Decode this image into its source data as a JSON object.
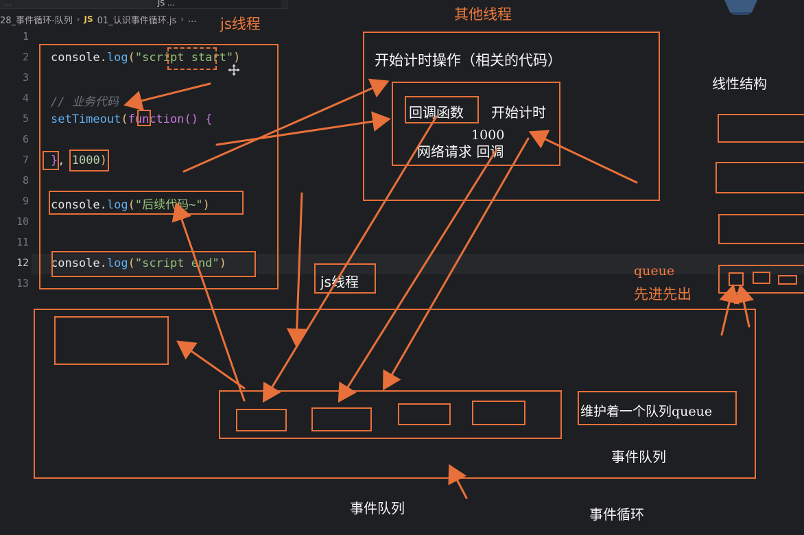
{
  "tabs": [
    {
      "label": "…",
      "active": false
    },
    {
      "label": "JS …",
      "active": true
    }
  ],
  "breadcrumb": {
    "folder": "28_事件循环-队列",
    "file_icon": "JS",
    "file": "01_认识事件循环.js",
    "more": "..."
  },
  "line_numbers": [
    "1",
    "2",
    "3",
    "4",
    "5",
    "6",
    "7",
    "8",
    "9",
    "10",
    "11",
    "12",
    "13"
  ],
  "active_line": "12",
  "code": {
    "l2": {
      "obj": "console",
      "dot": ".",
      "fn": "log",
      "open": "(",
      "str": "\"script start\"",
      "close": ")"
    },
    "l4": {
      "comment": "// 业务代码"
    },
    "l5": {
      "fn": "setTimeout",
      "open": "(",
      "kw": "function",
      "rest": "() {"
    },
    "l7": {
      "close_brace": "}",
      "comma": ", ",
      "num": "1000",
      "close": ")"
    },
    "l9": {
      "obj": "console",
      "dot": ".",
      "fn": "log",
      "open": "(",
      "str": "\"后续代码~\"",
      "close": ")"
    },
    "l12": {
      "obj": "console",
      "dot": ".",
      "fn": "log",
      "open": "(",
      "str": "\"script end\"",
      "close": ")"
    }
  },
  "annotations": {
    "js_thread_top": "js线程",
    "other_thread": "其他线程",
    "start_timer_op": "开始计时操作（相关的代码）",
    "callback_fn": "回调函数",
    "start_timing": "开始计时",
    "timer_1000": "1000",
    "network_request": "网络请求 回调",
    "linear_structure": "线性结构",
    "queue": "queue",
    "fifo": "先进先出",
    "js_thread_mid": "js线程",
    "maintain_queue": "维护着一个队列queue",
    "event_queue_right": "事件队列",
    "event_queue_bottom": "事件队列",
    "event_loop": "事件循环"
  },
  "colors": {
    "annotation": "#e8703a",
    "background": "#1e1f22"
  },
  "icons": {
    "logo": "cube-logo-icon",
    "move_cursor": "move-cursor-icon"
  }
}
